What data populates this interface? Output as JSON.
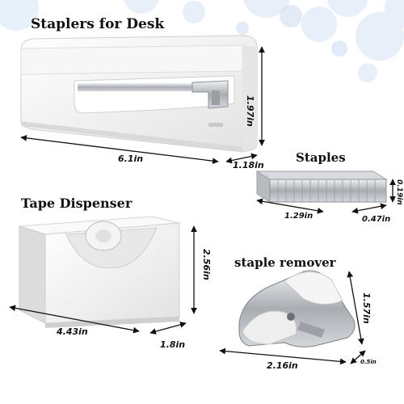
{
  "products": {
    "stapler": {
      "title": "Staplers for Desk",
      "dims": {
        "length": "6.1in",
        "width": "1.18in",
        "height": "1.97in"
      }
    },
    "staples": {
      "title": "Staples",
      "dims": {
        "length": "1.29in",
        "width": "0.47in",
        "height": "0.19in"
      }
    },
    "tape_dispenser": {
      "title": "Tape Dispenser",
      "dims": {
        "length": "4.43in",
        "width": "1.8in",
        "height": "2.56in"
      }
    },
    "staple_remover": {
      "title": "staple remover",
      "dims": {
        "length": "2.16in",
        "width": "0.5in",
        "height": "1.57in"
      }
    }
  },
  "colors": {
    "product_white": "#f2f2f2",
    "metal": "#b9bcc0",
    "bubble_blue": "#dfe9f6",
    "text": "#111111"
  }
}
